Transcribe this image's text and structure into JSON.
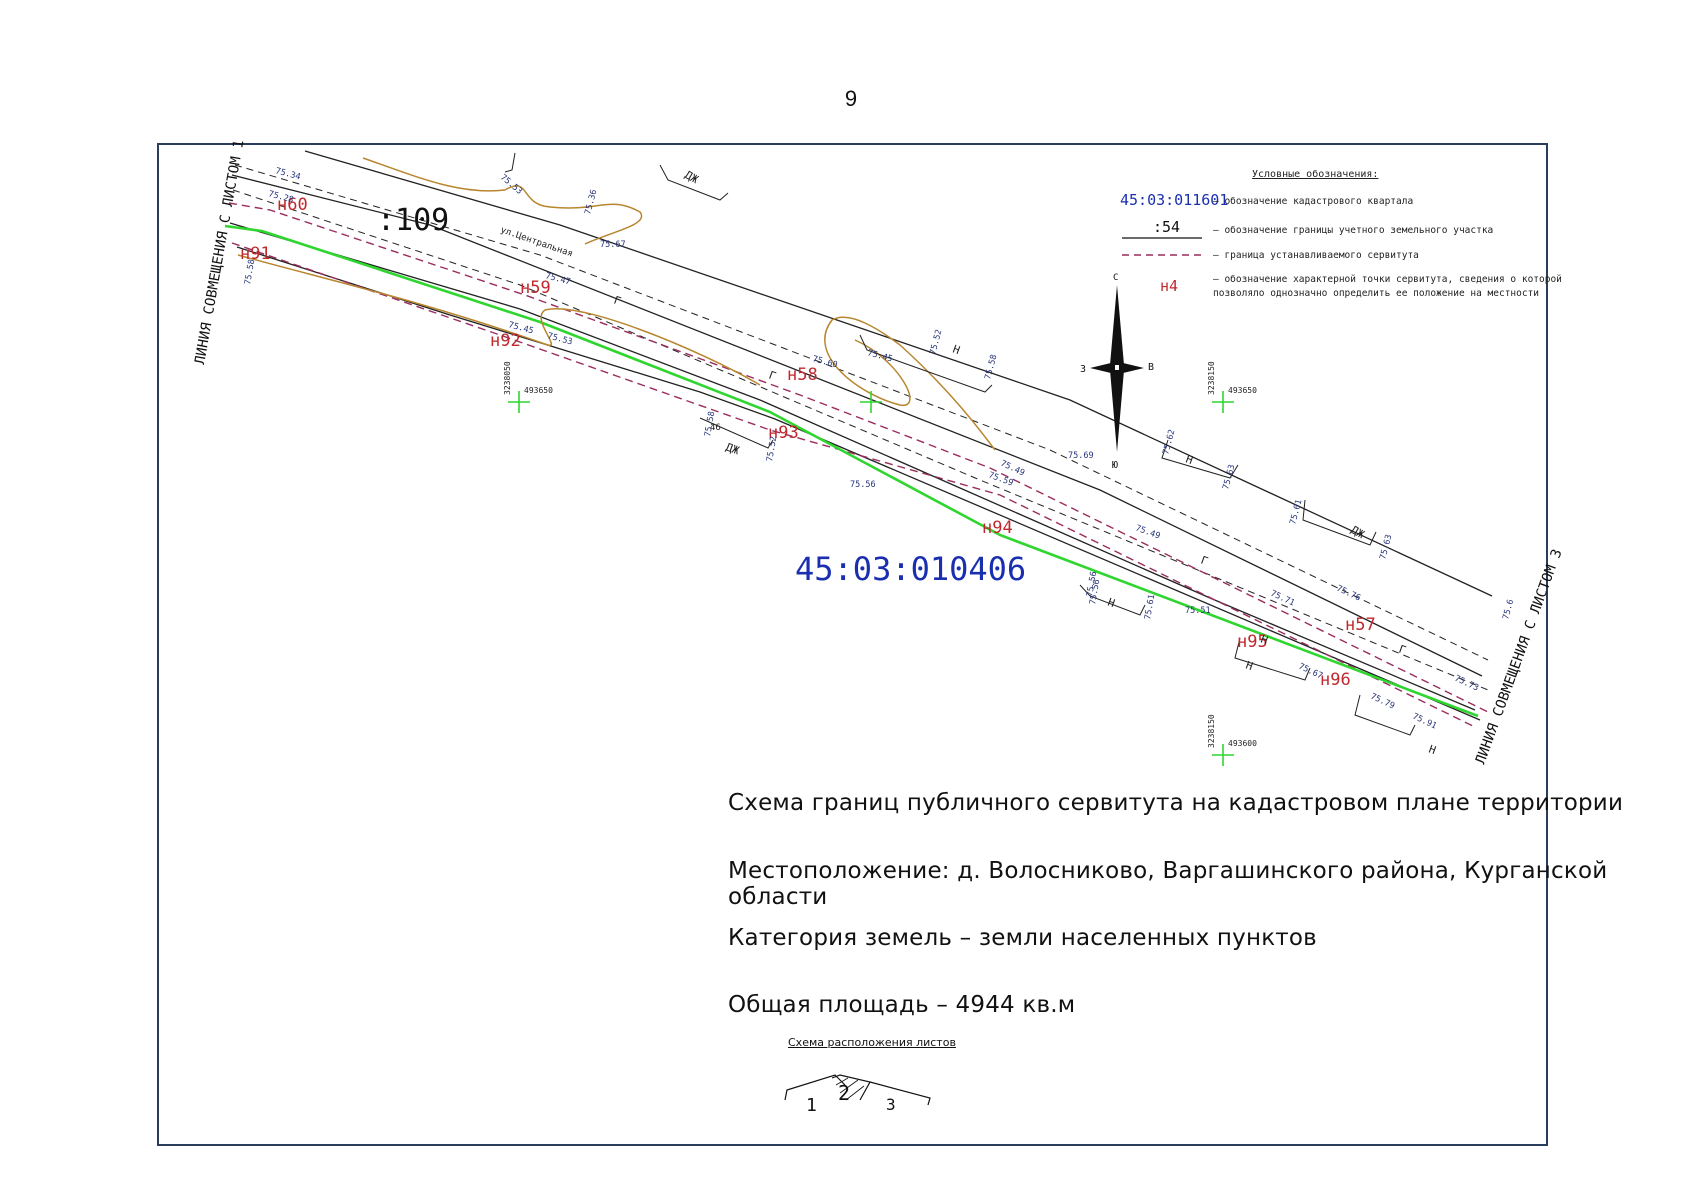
{
  "page_number": "9",
  "legend": {
    "title": "Условные обозначения:",
    "items": [
      {
        "symbol": "45:03:011601",
        "text": "– обозначение кадастрового квартала"
      },
      {
        "symbol": ":54",
        "text": "– обозначение границы учетного земельного участка"
      },
      {
        "symbol": "",
        "text": "– граница устанавливаемого сервитута"
      },
      {
        "symbol": "н4",
        "text": "– обозначение характерной точки сервитута, сведения о которой"
      },
      {
        "symbol": "",
        "text": "позволяло однозначно определить ее положение на местности"
      }
    ]
  },
  "compass": {
    "north": "С",
    "west": "З",
    "east": "В",
    "south": "Ю"
  },
  "map": {
    "quarter_label": "45:03:010406",
    "parcel_label": ":109",
    "street_label": "ул.Центральная",
    "edge_left": "ЛИНИЯ СОВМЕЩЕНИЯ С ЛИСТОМ 1",
    "edge_right": "ЛИНИЯ СОВМЕЩЕНИЯ С ЛИСТОМ 3",
    "points": [
      "н60",
      "н91",
      "н59",
      "н92",
      "н58",
      "н93",
      "н94",
      "н95",
      "н57",
      "н96"
    ],
    "elevations": [
      "75.34",
      "75.28",
      "75.58",
      "75.53",
      "75.36",
      "75.67",
      "75.47",
      "75.45",
      "75.53",
      "75.60",
      "75.45",
      "75.52",
      "75.58",
      "75.49",
      "75.69",
      "75.62",
      "75.63",
      "75.56",
      "75.58",
      "75.52",
      "75.59",
      "75.49",
      "75.56",
      "75.61",
      "75.51",
      "75.71",
      "75.61",
      "75.63",
      "75.76",
      "75.67",
      "75.79",
      "75.91",
      "75.73",
      "75.6",
      "75.56"
    ],
    "building_labels": [
      "ДЖ",
      "Н",
      "Н",
      "ДЖ",
      "Н",
      "Н",
      "ДЖ",
      "Н",
      "Н",
      "Г",
      "Г",
      "Г",
      "Г"
    ],
    "floors_label": "46",
    "coords": [
      {
        "x": "3238050",
        "y": "493650"
      },
      {
        "x": "3238150",
        "y": "493650"
      },
      {
        "x": "3238150",
        "y": "493600"
      }
    ]
  },
  "title_block": {
    "line1": "Схема границ публичного сервитута на кадастровом плане территории",
    "line2": "Местоположение:  д. Волосниково, Варгашинского района, Курганской области",
    "line3": "Категория земель – земли населенных пунктов",
    "line4": "Общая площадь – 4944 кв.м"
  },
  "sheet_scheme": {
    "caption": "Схема расположения листов",
    "sheets": [
      "1",
      "2",
      "3"
    ]
  },
  "colors": {
    "frame": "#2b3d5c",
    "servitude_boundary": "#9b2d5e",
    "axis_line": "#2fd62f",
    "point_label": "#c0282d",
    "quarter_label": "#1a2fb0",
    "contour": "#b8862f",
    "elevation": "#27357a"
  }
}
